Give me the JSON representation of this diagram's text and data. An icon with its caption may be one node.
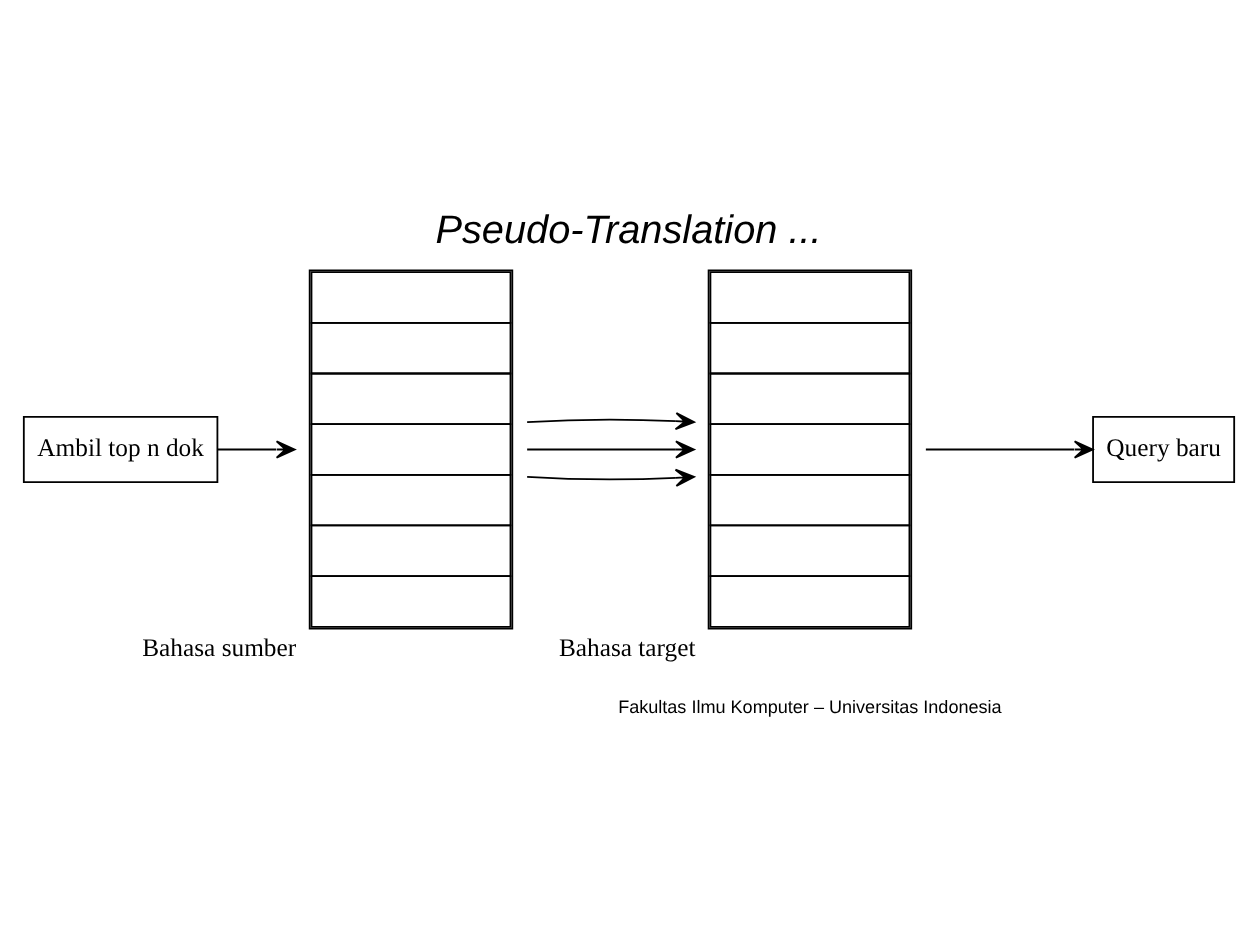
{
  "diagram": {
    "title": "Pseudo-Translation ...",
    "nodes": [
      {
        "text": [
          "Ambil top n dok"
        ]
      },
      {
        "text": [],
        "shape": "table",
        "beside": [
          "Bahasa sumber"
        ]
      },
      {
        "text": [],
        "shape": "table",
        "beside": [
          "Bahasa target"
        ]
      },
      {
        "text": [
          "Query baru"
        ]
      }
    ],
    "edges": [
      {
        "from": 0,
        "to": 1,
        "arrow": "to"
      },
      {
        "from": 1,
        "to": 2,
        "arrow": "to"
      },
      {
        "from": 1,
        "to": 2,
        "arrow": "to"
      },
      {
        "from": 1,
        "to": 2,
        "arrow": "to"
      },
      {
        "from": 2,
        "to": 3,
        "arrow": "to"
      }
    ],
    "labels": [
      "Fakultas Ilmu Komputer – Universitas Indonesia"
    ]
  }
}
